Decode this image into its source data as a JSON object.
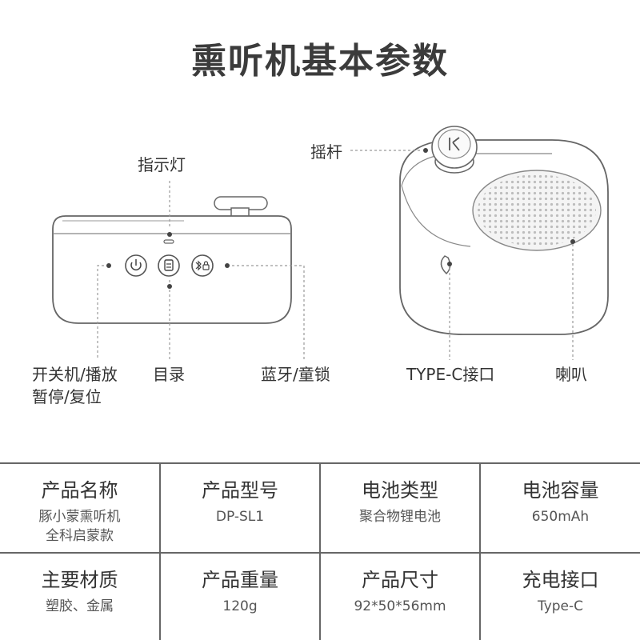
{
  "title": "熏听机基本参数",
  "labels": {
    "indicator": "指示灯",
    "rocker": "摇杆",
    "power_line1": "开关机/播放",
    "power_line2": "暂停/复位",
    "catalog": "目录",
    "bluetooth": "蓝牙/童锁",
    "typec": "TYPE-C接口",
    "speaker": "喇叭"
  },
  "icons": [
    "power-icon",
    "catalog-icon",
    "bluetooth-lock-icon",
    "logo-mark-icon"
  ],
  "specs": [
    {
      "name": "产品名称",
      "value_line1": "豚小蒙熏听机",
      "value_line2": "全科启蒙款"
    },
    {
      "name": "产品型号",
      "value_line1": "DP-SL1",
      "value_line2": ""
    },
    {
      "name": "电池类型",
      "value_line1": "聚合物锂电池",
      "value_line2": ""
    },
    {
      "name": "电池容量",
      "value_line1": "650mAh",
      "value_line2": ""
    },
    {
      "name": "主要材质",
      "value_line1": "塑胶、金属",
      "value_line2": ""
    },
    {
      "name": "产品重量",
      "value_line1": "120g",
      "value_line2": ""
    },
    {
      "name": "产品尺寸",
      "value_line1": "92*50*56mm",
      "value_line2": ""
    },
    {
      "name": "充电接口",
      "value_line1": "Type-C",
      "value_line2": ""
    }
  ]
}
